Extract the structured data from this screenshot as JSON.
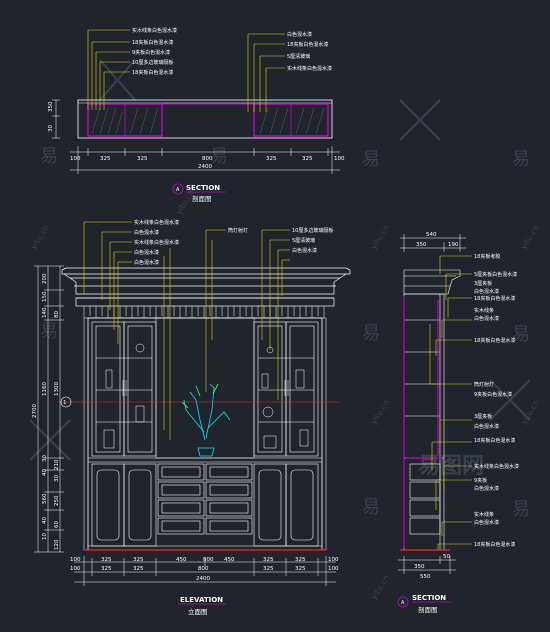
{
  "colors": {
    "background": "#1f242d",
    "line": "#ffffff",
    "leader": "#e2d200",
    "section": "#c800c8",
    "plant": "#00e6ff",
    "leaf": "#30ff40",
    "floor": "#ff2020"
  },
  "watermark": {
    "brand": "易图网",
    "glyph": "易",
    "url": "yitu.cn"
  },
  "top_section": {
    "title": "SECTION",
    "subtitle": "剖面图",
    "marker": "A",
    "labels_left": [
      "实木线条白色混水漆",
      "18夹板白色混水漆",
      "9夹板白色混水漆",
      "10厘多边玻璃隔板",
      "18夹板白色混水漆"
    ],
    "labels_right": [
      "白色混水漆",
      "18夹板白色混水漆",
      "5厘清玻璃",
      "实木线条白色混水漆"
    ],
    "height_dims": [
      "350",
      "30"
    ],
    "width_dims": [
      "100",
      "325",
      "325",
      "800",
      "325",
      "325",
      "100"
    ],
    "total": "2400"
  },
  "elevation": {
    "title": "ELEVATION",
    "subtitle": "立面图",
    "marker": "1",
    "labels_left": [
      "实木线条白色混水漆",
      "白色混水漆",
      "实木线条白色混水漆",
      "白色混水漆",
      "白色混水漆"
    ],
    "labels_right": [
      "筒灯射灯",
      "10厘多边玻璃隔板",
      "5厘清玻璃",
      "白色混水漆"
    ],
    "left_dims": [
      "200",
      "150",
      "140",
      "80",
      "1160",
      "1300",
      "2700",
      "30",
      "210",
      "40",
      "30",
      "560",
      "250",
      "40",
      "60",
      "10",
      "120"
    ],
    "bottom_dims_top": [
      "100",
      "325",
      "325",
      "450",
      "800",
      "450",
      "325",
      "325",
      "100"
    ],
    "bottom_dims_bottom": [
      "100",
      "325",
      "325",
      "800",
      "325",
      "325",
      "100"
    ],
    "total": "2400"
  },
  "side_section": {
    "title": "SECTION",
    "subtitle": "剖面图",
    "marker": "A",
    "top_dims": [
      "540",
      "350",
      "190"
    ],
    "bottom_dims": [
      "350",
      "50",
      "550"
    ],
    "labels": [
      "18夹板考胶",
      "5厘夹板白色混水漆",
      "3厘夹板",
      "白色混水漆",
      "18夹板白色混水漆",
      "实木线条",
      "白色混水漆",
      "18夹板白色混水漆",
      "筒灯射灯",
      "9夹板白色混水漆",
      "3厘夹板",
      "白色混水漆",
      "18夹板白色混水漆",
      "实木线条白色混水漆",
      "9夹板",
      "白色混水漆",
      "实木线条",
      "白色混水漆",
      "18夹板白色混水漆"
    ]
  }
}
